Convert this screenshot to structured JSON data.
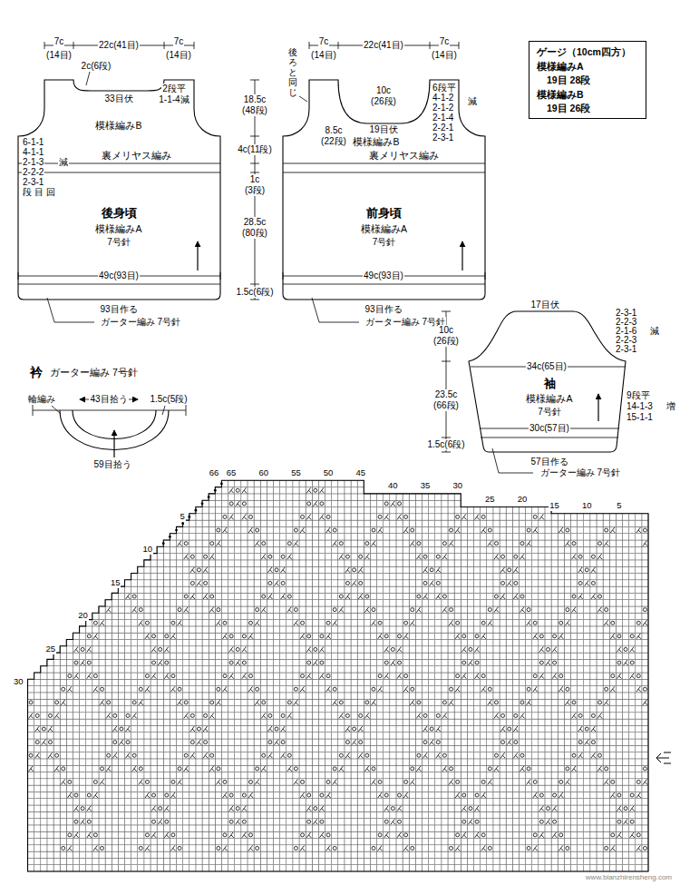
{
  "diagram": {
    "nodes": [
      {
        "text": [
          "後身頃",
          "模様編みA",
          "7号針"
        ]
      },
      {
        "text": [
          "前身頃",
          "模様編みA",
          "7号針"
        ]
      },
      {
        "text": [
          "ゲージ（10cm四方）",
          "模様編みA",
          "19目 28段",
          "模様編みB",
          "19目 26段"
        ]
      },
      {
        "text": [
          "衿",
          "ガーター編み 7号針"
        ]
      },
      {
        "text": [
          "袖",
          "模様編みA",
          "7号針"
        ]
      }
    ],
    "labels": [
      "7c",
      "(14目)",
      "22c(41目)",
      "7c",
      "(14目)",
      "2c(6段)",
      "33目伏",
      "2段平",
      "1-1-4減",
      "模様編みB",
      "6-1-1",
      "4-1-1",
      "2-1-3",
      "2-2-2",
      "2-3-1",
      "段 目 回",
      "減",
      "裏メリヤス編み",
      "49c(93目)",
      "93目作る",
      "ガーター編み 7号針",
      "18.5c",
      "(48段)",
      "4c(11段)",
      "1c",
      "(3段)",
      "28.5c",
      "(80段)",
      "1.5c(6段)",
      "7c",
      "(14目)",
      "22c(41目)",
      "7c",
      "(14目)",
      "後ろと同じ",
      "10c",
      "(26段)",
      "6段平",
      "4-1-2",
      "2-1-2",
      "2-1-4",
      "2-2-1",
      "2-3-1",
      "減",
      "8.5c",
      "(22段)",
      "19目伏",
      "模様編みB",
      "裏メリヤス編み",
      "49c(93目)",
      "93目作る",
      "ガーター編み 7号針",
      "輪編み",
      "43目拾う",
      "1.5c(5段)",
      "59目拾う",
      "17目伏",
      "2-3-1",
      "2-2-3",
      "2-1-6",
      "2-2-3",
      "2-3-1",
      "減",
      "10c",
      "(26段)",
      "34c(65目)",
      "23.5c",
      "(66段)",
      "9段平",
      "14-1-3",
      "15-1-1",
      "増",
      "30c(57目)",
      "1.5c(6段)",
      "57目作る",
      "ガーター編み 7号針",
      "5",
      "10",
      "15",
      "20",
      "25",
      "30",
      "35",
      "40",
      "45",
      "50",
      "55",
      "60",
      "65",
      "66",
      "5",
      "10",
      "15",
      "20",
      "25",
      "30",
      "www.bianzhirensheng.com"
    ]
  }
}
